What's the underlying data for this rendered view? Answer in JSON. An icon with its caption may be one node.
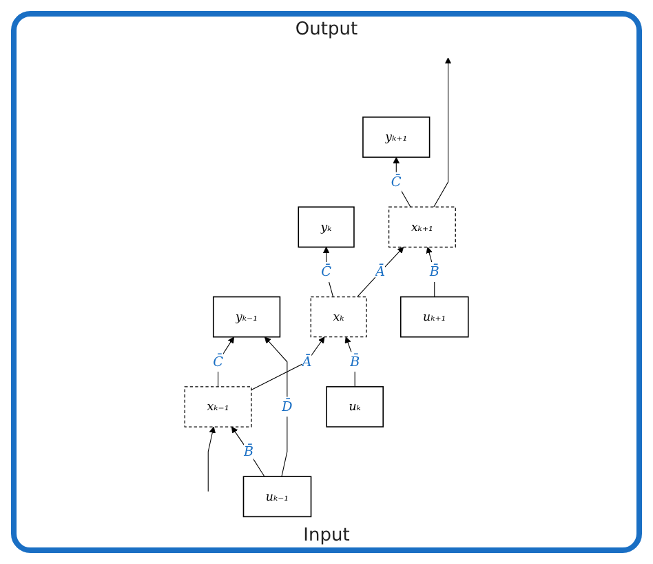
{
  "diagram": {
    "nodes": [
      {
        "text": [
          "yₖ₋₁"
        ]
      },
      {
        "text": [
          "xₖ₋₁"
        ]
      },
      {
        "text": [
          "uₖ₋₁"
        ]
      },
      {
        "text": [
          "yₖ"
        ]
      },
      {
        "text": [
          "xₖ"
        ]
      },
      {
        "text": [
          "uₖ"
        ]
      },
      {
        "text": [
          "yₖ₊₁"
        ]
      },
      {
        "text": [
          "xₖ₊₁"
        ]
      },
      {
        "text": [
          "uₖ₊₁"
        ]
      }
    ],
    "edges": [
      {
        "from": null,
        "to": 1,
        "arrow": "to"
      },
      {
        "from": 1,
        "to": 0,
        "label": "C̄",
        "arrow": "to"
      },
      {
        "from": 2,
        "to": 1,
        "label": "B̄",
        "arrow": "to"
      },
      {
        "from": 2,
        "to": 0,
        "label": "D̄",
        "arrow": "to"
      },
      {
        "from": 1,
        "to": 4,
        "label": "Ā",
        "arrow": "to"
      },
      {
        "from": 4,
        "to": 3,
        "label": "C̄",
        "arrow": "to"
      },
      {
        "from": 5,
        "to": 4,
        "label": "B̄",
        "arrow": "to"
      },
      {
        "from": 4,
        "to": 7,
        "label": "Ā",
        "arrow": "to"
      },
      {
        "from": 7,
        "to": 6,
        "label": "C̄",
        "arrow": "to"
      },
      {
        "from": 8,
        "to": 7,
        "label": "B̄",
        "arrow": "to"
      },
      {
        "from": 7,
        "to": null,
        "arrow": "to"
      }
    ],
    "labels": [
      "Output",
      "Input"
    ]
  }
}
